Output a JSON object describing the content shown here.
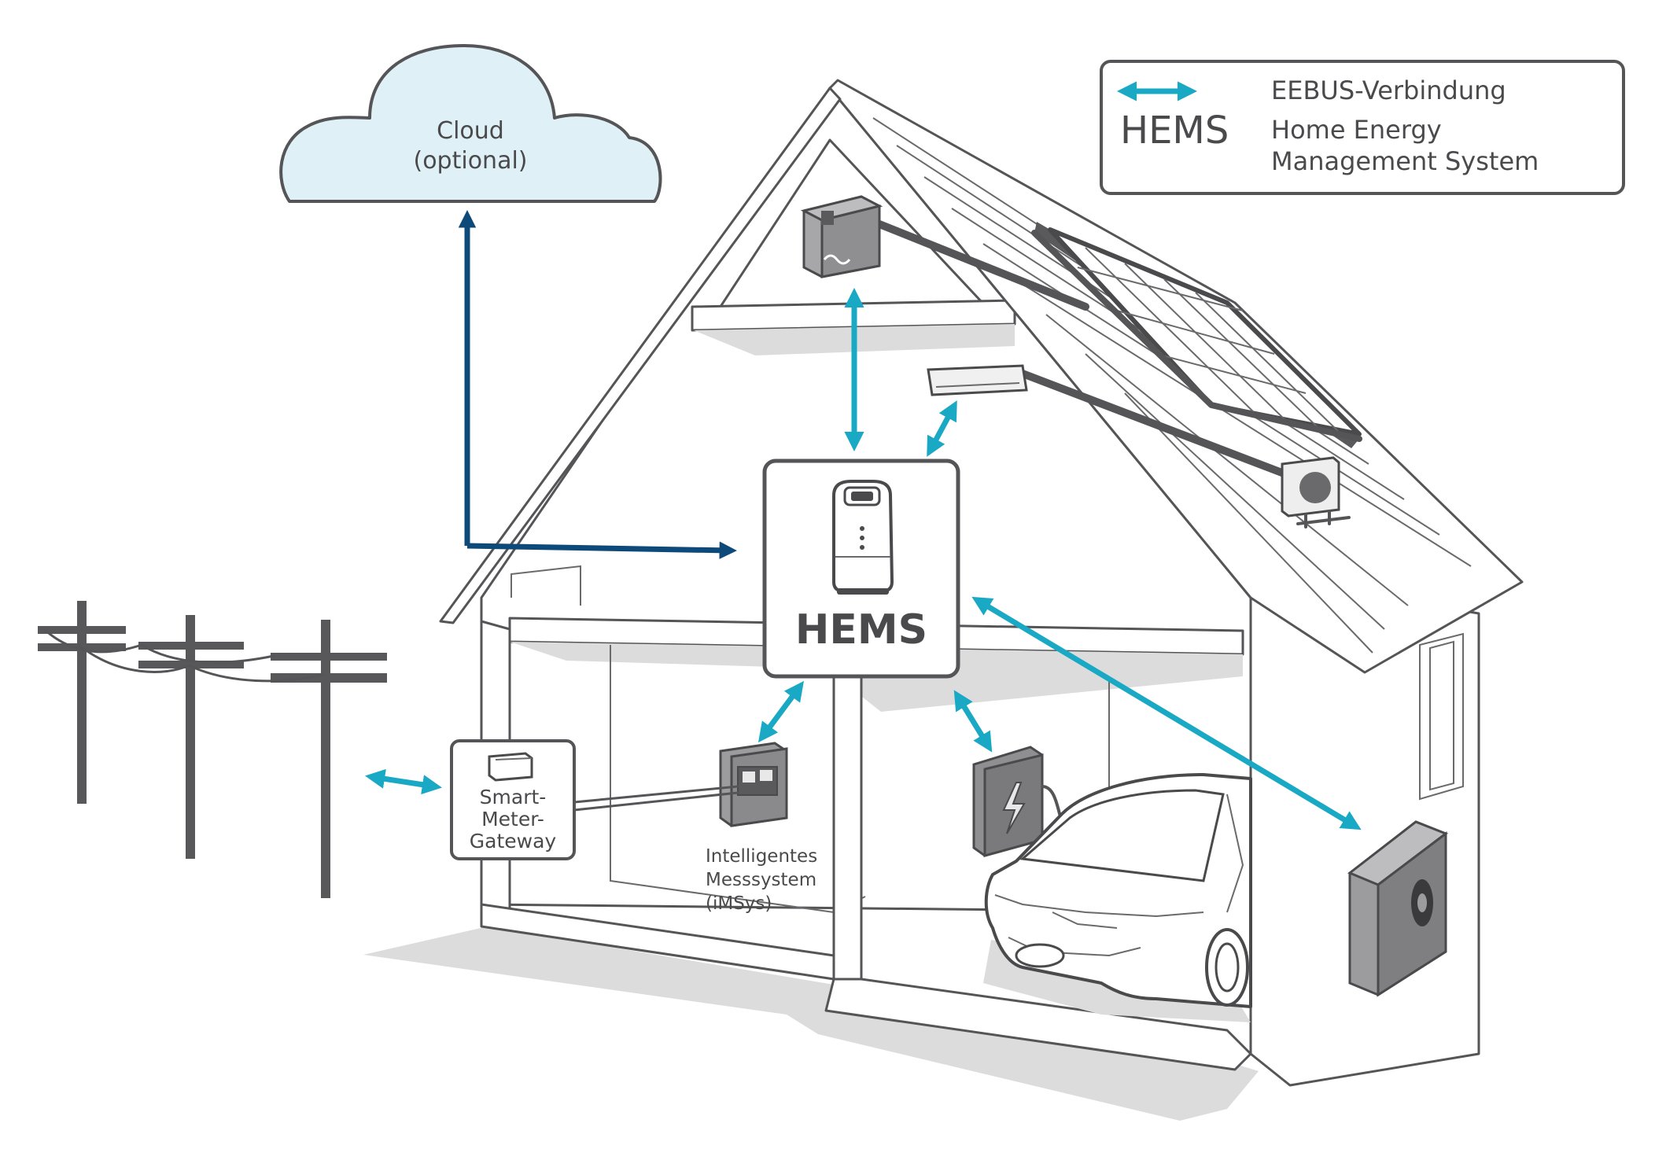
{
  "legend": {
    "eebus_label": "EEBUS-Verbindung",
    "hems_abbrev": "HEMS",
    "hems_line1": "Home Energy",
    "hems_line2": "Management System"
  },
  "cloud": {
    "line1": "Cloud",
    "line2": "(optional)"
  },
  "hems_center": {
    "label": "HEMS"
  },
  "gateway": {
    "line1": "Smart-",
    "line2": "Meter-",
    "line3": "Gateway"
  },
  "meter": {
    "line1": "Intelligentes",
    "line2": "Messsystem",
    "line3": "(iMSys)"
  },
  "colors": {
    "eebus_arrow": "#1aa9c4",
    "cloud_arrow": "#0d4a7a",
    "cloud_fill": "#dff0f6",
    "outline": "#555558",
    "shadow": "#dcdcdc"
  },
  "icons": {
    "inverter": "inverter-icon",
    "solar": "solar-panel-icon",
    "ac": "air-conditioner-icon",
    "heat_pump": "heat-pump-icon",
    "wallbox": "wallbox-charger-icon",
    "car": "electric-car-icon",
    "hems_device": "hems-device-icon",
    "gateway": "smart-meter-gateway-icon",
    "meter": "meter-cabinet-icon",
    "power_poles": "power-pole-icon"
  }
}
